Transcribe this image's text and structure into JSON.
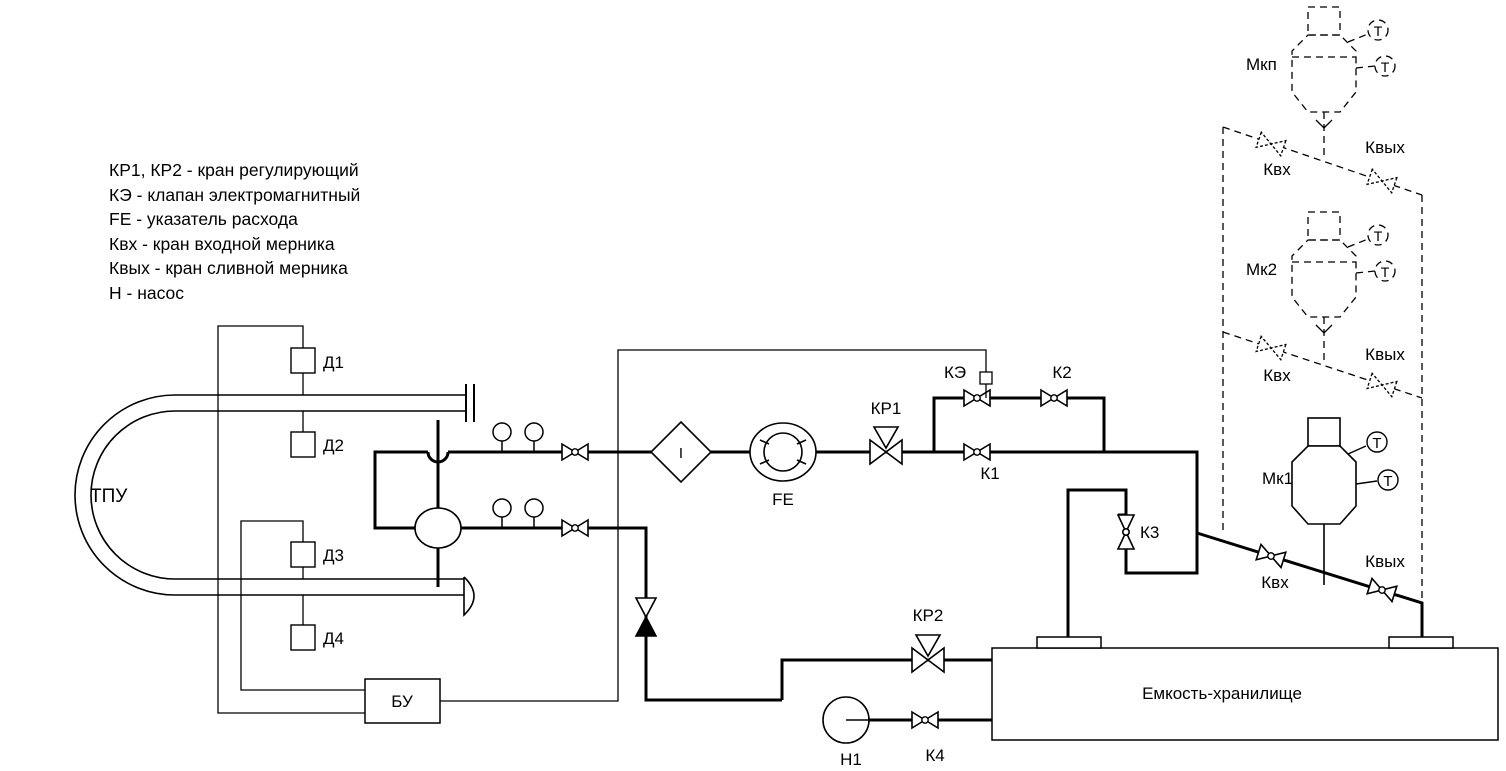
{
  "legend": [
    "КР1, КР2 - кран регулирующий",
    "КЭ - клапан электромагнитный",
    "FE - указатель расхода",
    "Квх - кран входной мерника",
    "Квых - кран сливной мерника",
    "Н - насос"
  ],
  "labels": {
    "tpu": "ТПУ",
    "d1": "Д1",
    "d2": "Д2",
    "d3": "Д3",
    "d4": "Д4",
    "bu": "БУ",
    "fe": "FE",
    "kr1": "КР1",
    "kr2": "КР2",
    "ke": "КЭ",
    "k1": "К1",
    "k2": "К2",
    "k3": "К3",
    "k4": "К4",
    "h1": "Н1",
    "tank": "Емкость-хранилище",
    "mk1": "Мк1",
    "mk2": "Мк2",
    "mkn": "Мкп",
    "kvx": "Квх",
    "kvyx": "Квых",
    "t": "Т",
    "filter": "I"
  }
}
